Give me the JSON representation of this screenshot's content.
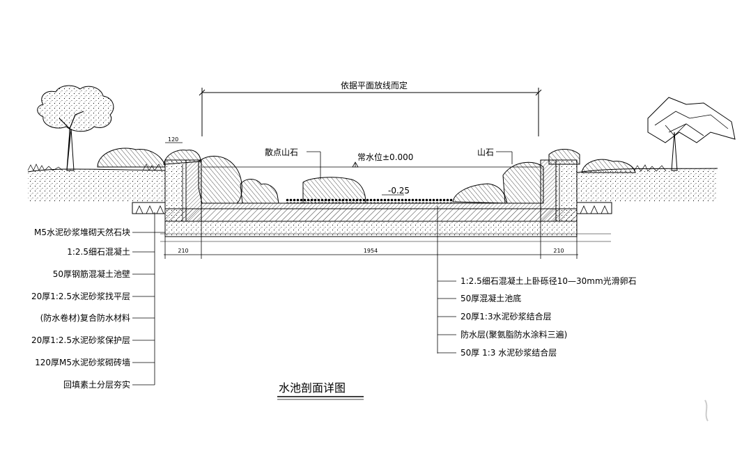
{
  "header": {
    "dimension_note": "依据平面放线而定"
  },
  "top_labels": {
    "scattered_rocks": "散点山石",
    "water_level": "常水位±0.000",
    "rock": "山石",
    "bottom_level": "-0.25"
  },
  "dimensions": {
    "wall_top": "120",
    "left": "210",
    "middle": "1954",
    "right": "210"
  },
  "left_callouts": [
    "M5水泥砂浆堆砌天然石块",
    "1:2.5细石混凝土",
    "50厚钢筋混凝土池壁",
    "20厚1:2.5水泥砂浆找平层",
    "(防水卷材)复合防水材料",
    "20厚1:2.5水泥砂浆保护层",
    "120厚M5水泥砂浆砌砖墙",
    "回填素土分层夯实"
  ],
  "right_callouts": [
    "1:2.5细石混凝土上卧砾径10—30mm光滑卵石",
    "50厚混凝土池底",
    "20厚1:3水泥砂浆结合层",
    "防水层(聚氨脂防水涂料三遍)",
    "50厚 1:3 水泥砂浆结合层"
  ],
  "drawing_title": "水池剖面详图",
  "icons": {
    "tree_left": "tree-icon",
    "tree_right": "tree-icon",
    "shrubs": "shrub-icon",
    "rocks": "rock-icon"
  },
  "colors": {
    "line": "#000000",
    "background": "#ffffff"
  }
}
